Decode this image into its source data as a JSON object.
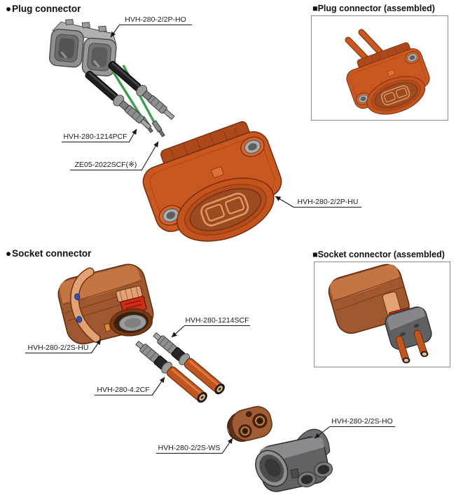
{
  "plug": {
    "marker": "●",
    "title": "Plug connector",
    "assembled_marker": "■",
    "assembled_title": "Plug connector (assembled)",
    "labels": {
      "ho": "HVH-280-2/2P-HO",
      "pcf": "HVH-280-1214PCF",
      "ze05": "ZE05-2022SCF(※)",
      "hu": "HVH-280-2/2P-HU"
    }
  },
  "socket": {
    "marker": "●",
    "title": "Socket connector",
    "assembled_marker": "■",
    "assembled_title": "Socket connector (assembled)",
    "labels": {
      "hu": "HVH-280-2/2S-HU",
      "scf": "HVH-280-1214SCF",
      "cf": "HVH-280-4.2CF",
      "ws": "HVH-280-2/2S-WS",
      "ho": "HVH-280-2/2S-HO"
    }
  },
  "colors": {
    "housing_orange": "#C85720",
    "housing_orange_dark": "#7A3010",
    "socket_brown": "#9E572E",
    "cover_gray": "#8E9090",
    "rear_cover_dark_gray": "#606264",
    "cpa_red": "#CE2D17",
    "wire_orange": "#C0551E",
    "interlock_green": "#3F9C4F",
    "lever_salmon": "#E3A273",
    "seal_brown": "#A25C33",
    "leader_line": "#1a1a1a",
    "box_border": "#8a8a8a"
  }
}
